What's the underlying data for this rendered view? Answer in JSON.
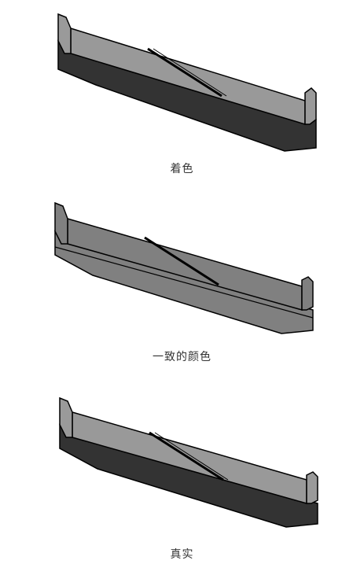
{
  "captions": {
    "shaded": "着色",
    "consistent_colors": "一致的颜色",
    "realistic": "真实"
  },
  "colors": {
    "top_face": "#999999",
    "side_face_shaded": "#333333",
    "consistent_face": "#808080",
    "edge": "#000000",
    "caption_text": "#333333"
  }
}
